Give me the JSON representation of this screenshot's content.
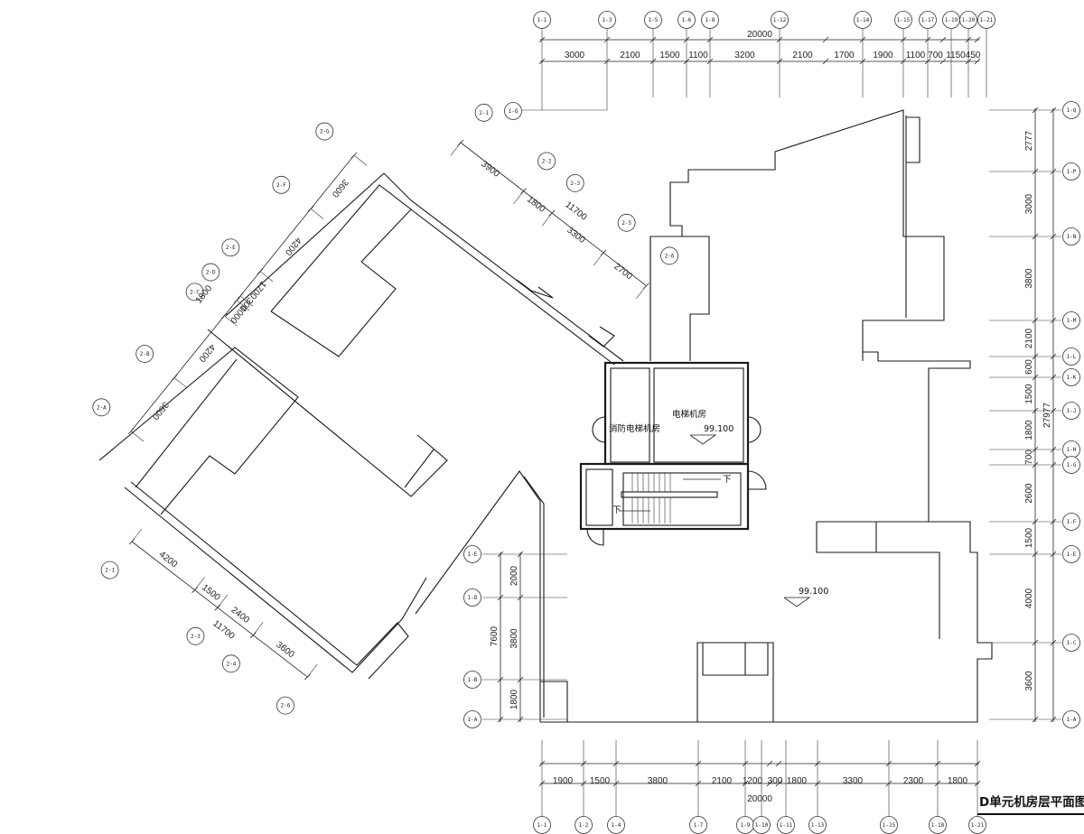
{
  "title": "D单元机房层平面图",
  "rooms": {
    "elevator_machine_room": "电梯机房",
    "fire_elevator_machine_room": "消防电梯机房"
  },
  "elevations": [
    "99.100",
    "99.100"
  ],
  "stair_labels": [
    "下",
    "下"
  ],
  "top": {
    "axes": [
      "1-1",
      "1-3",
      "1-5",
      "1-6",
      "1-8",
      "1-12",
      "1-14",
      "1-15",
      "1-17",
      "1-19",
      "1-20",
      "1-21"
    ],
    "total": "20000",
    "spans": [
      "3000",
      "2100",
      "1500",
      "1100",
      "3200",
      "2100",
      "1700",
      "1900",
      "1100",
      "700",
      "1150",
      "450"
    ]
  },
  "bottom": {
    "axes": [
      "1-1",
      "1-2",
      "1-4",
      "1-7",
      "1-9",
      "1-10",
      "1-11",
      "1-13",
      "1-15",
      "1-18",
      "1-21"
    ],
    "total": "20000",
    "spans": [
      "1900",
      "1500",
      "3800",
      "2100",
      "1200",
      "300",
      "1800",
      "3300",
      "2300",
      "1800"
    ]
  },
  "right": {
    "axes": [
      "1-Q",
      "1-P",
      "1-N",
      "1-M",
      "1-L",
      "1-K",
      "1-J",
      "1-H",
      "1-G",
      "1-F",
      "1-E",
      "1-C",
      "1-A"
    ],
    "total": "27977",
    "spans": [
      "2777",
      "3000",
      "3800",
      "2100",
      "600",
      "1500",
      "1800",
      "700",
      "2600",
      "1500",
      "4000",
      "3600"
    ]
  },
  "left": {
    "axes": [
      "1-E",
      "1-D",
      "1-B",
      "1-A"
    ],
    "total": "7600",
    "spans": [
      "2000",
      "3800",
      "1800"
    ]
  },
  "stray_axis": "1-Q",
  "wing_ne": {
    "axes": [
      "2-1",
      "2-2",
      "2-3",
      "2-5",
      "2-6"
    ],
    "spans": [
      "3900",
      "1800",
      "3300",
      "2700"
    ],
    "total": "11700"
  },
  "wing_nw": {
    "axes": [
      "2-G",
      "2-F",
      "2-E",
      "2-D",
      "2-C",
      "2-B",
      "2-A"
    ],
    "spans": [
      "3600",
      "4200",
      "1700",
      "300",
      "1000",
      "4200",
      "3600"
    ],
    "extra": "1800"
  },
  "wing_sw": {
    "axes": [
      "2-1",
      "2-3",
      "2-4",
      "2-6"
    ],
    "spans": [
      "4200",
      "1500",
      "2400",
      "3600"
    ],
    "total": "11700"
  }
}
